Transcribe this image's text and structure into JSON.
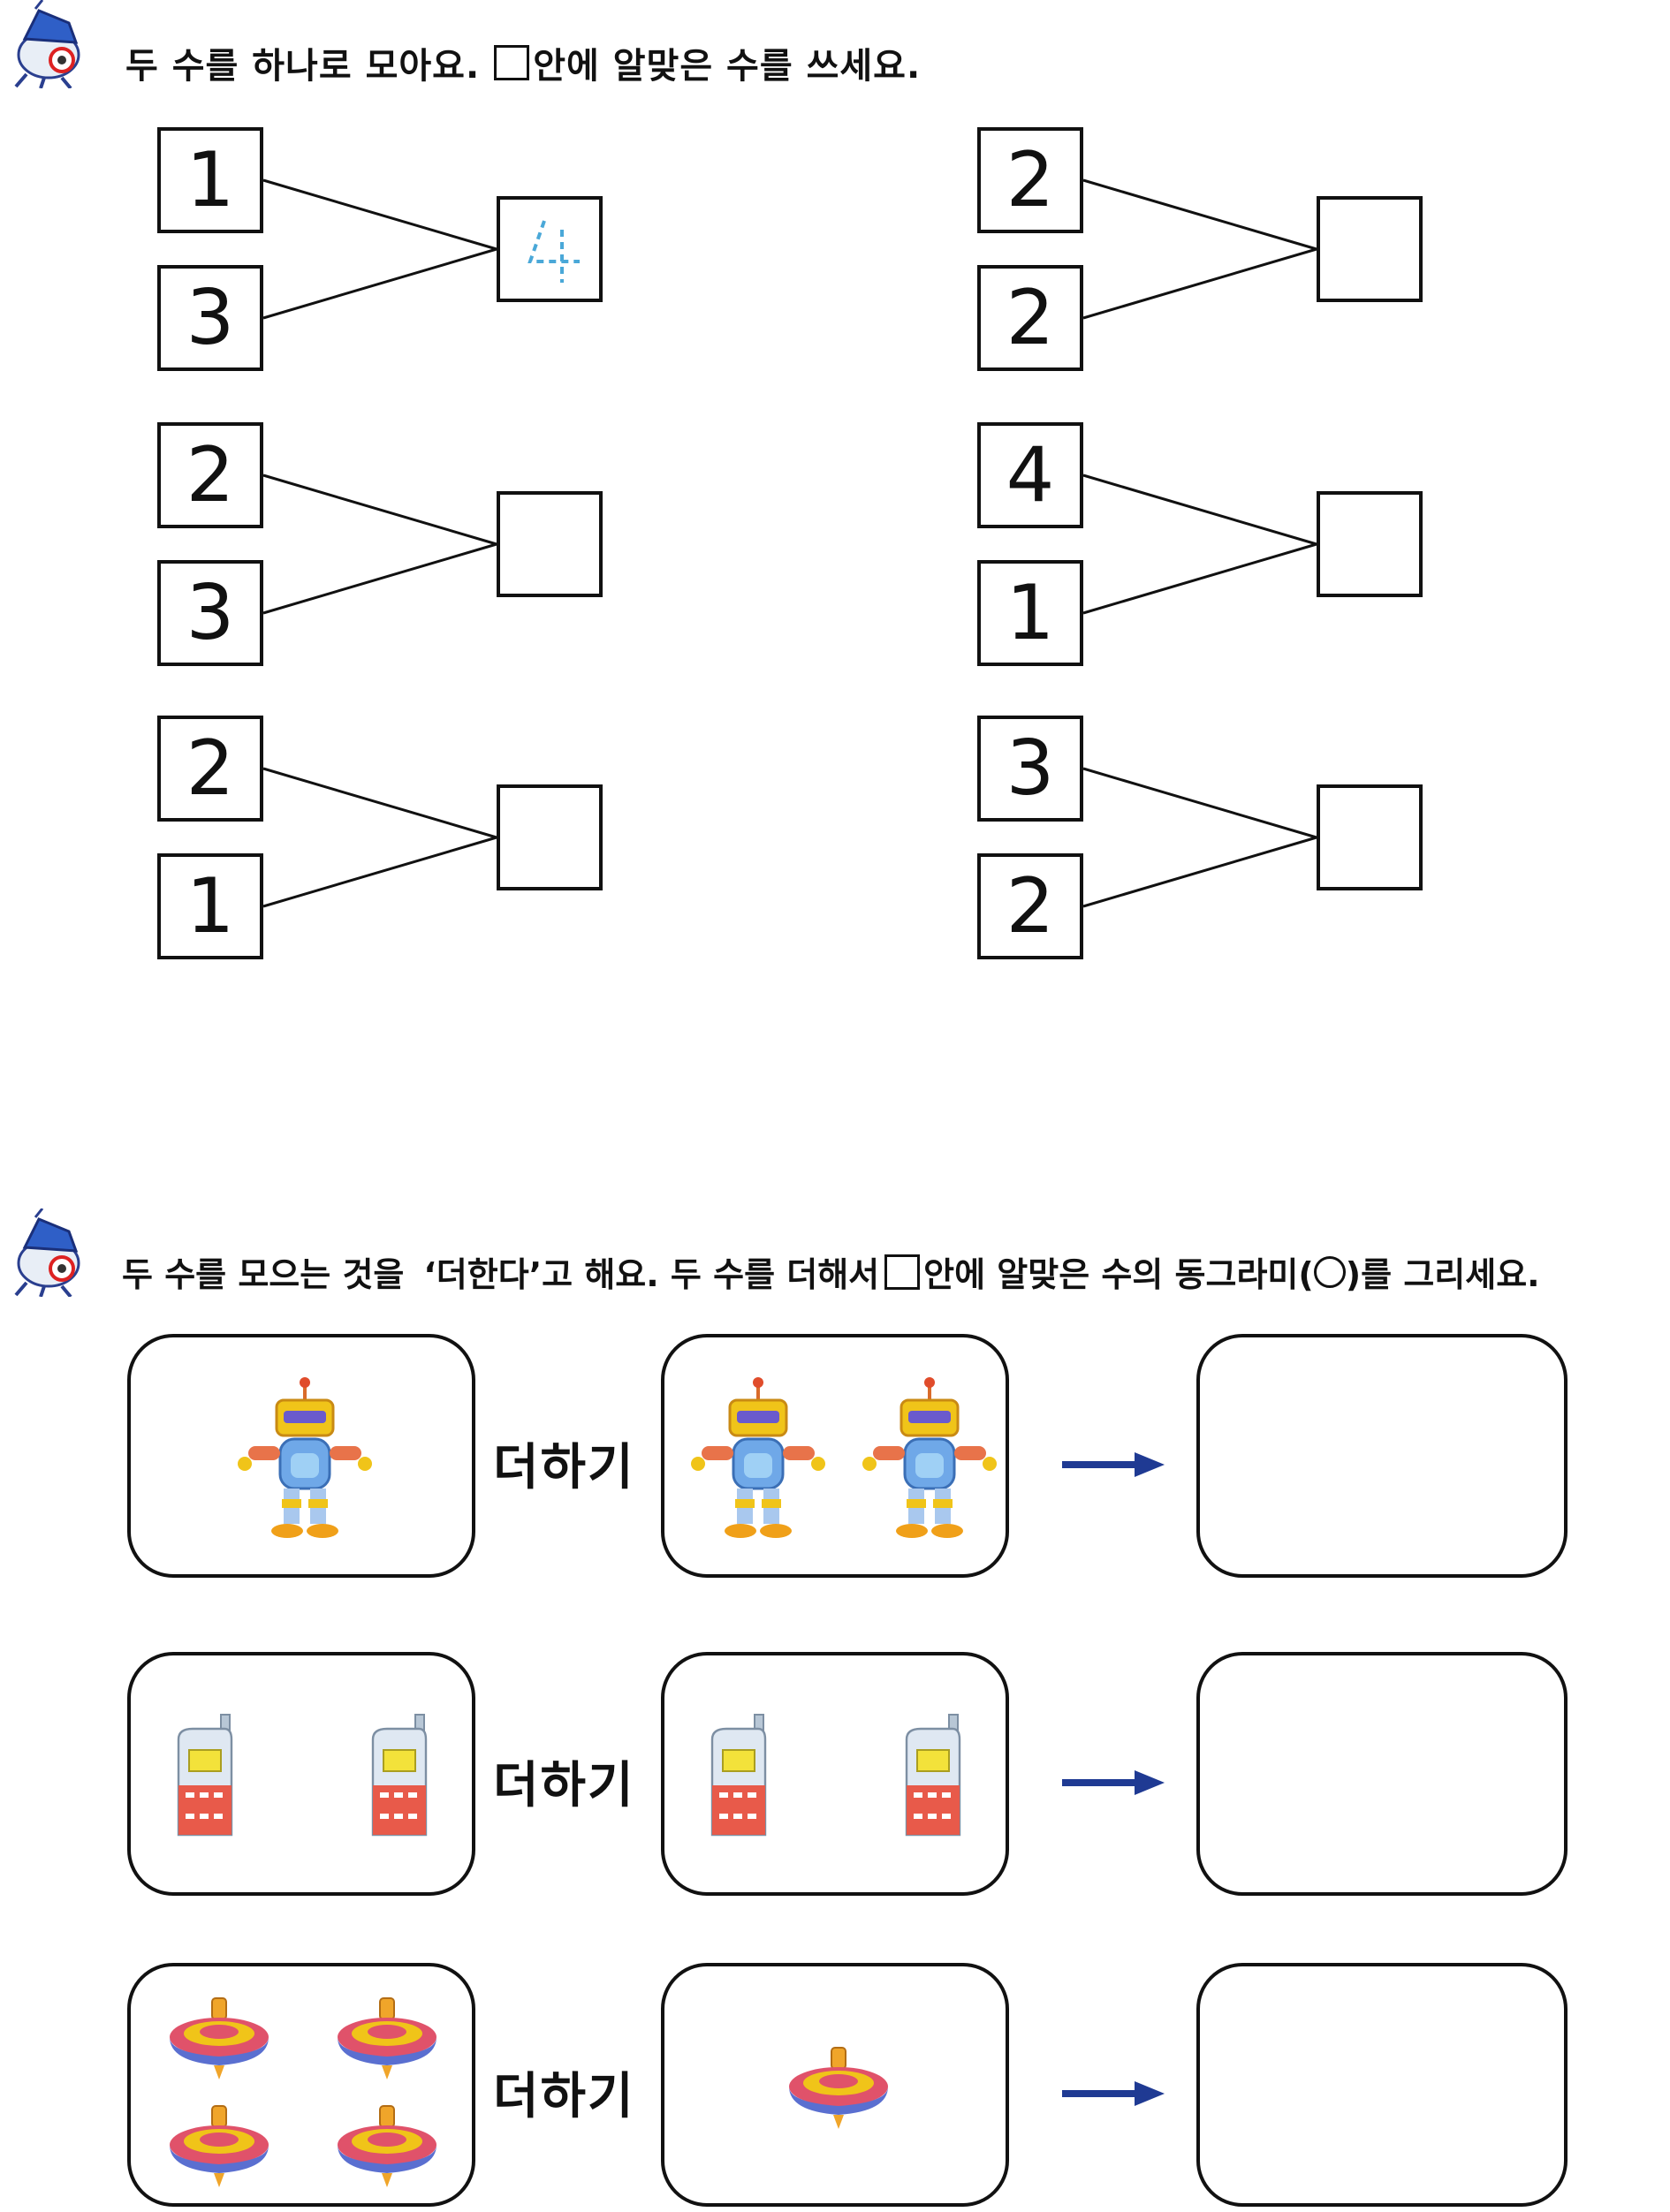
{
  "section1": {
    "instruction_prefix": "두 수를 하나로 모아요.",
    "instruction_suffix": "안에 알맞은 수를 쓰세요.",
    "problems": [
      {
        "top": "1",
        "bottom": "3",
        "answer": "4"
      },
      {
        "top": "2",
        "bottom": "3",
        "answer": ""
      },
      {
        "top": "2",
        "bottom": "1",
        "answer": ""
      },
      {
        "top": "2",
        "bottom": "2",
        "answer": ""
      },
      {
        "top": "4",
        "bottom": "1",
        "answer": ""
      },
      {
        "top": "3",
        "bottom": "2",
        "answer": ""
      }
    ]
  },
  "section2": {
    "instruction_prefix": "두 수를 모으는 것을",
    "instruction_quote": "‘더한다’",
    "instruction_middle": "고 해요. 두 수를 더해서",
    "instruction_suffix_a": "안에 알맞은 수의 동그라미(",
    "instruction_suffix_b": ")를 그리세요.",
    "plus_label": "더하기",
    "rows": [
      {
        "object": "robot-icon",
        "left_count": 1,
        "right_count": 2
      },
      {
        "object": "phone-icon",
        "left_count": 2,
        "right_count": 2
      },
      {
        "object": "spinning-top-icon",
        "left_count": 4,
        "right_count": 1
      }
    ]
  },
  "colors": {
    "ink": "#111111",
    "trace_blue": "#4aa8d8",
    "arrow_navy": "#1f3a93"
  }
}
